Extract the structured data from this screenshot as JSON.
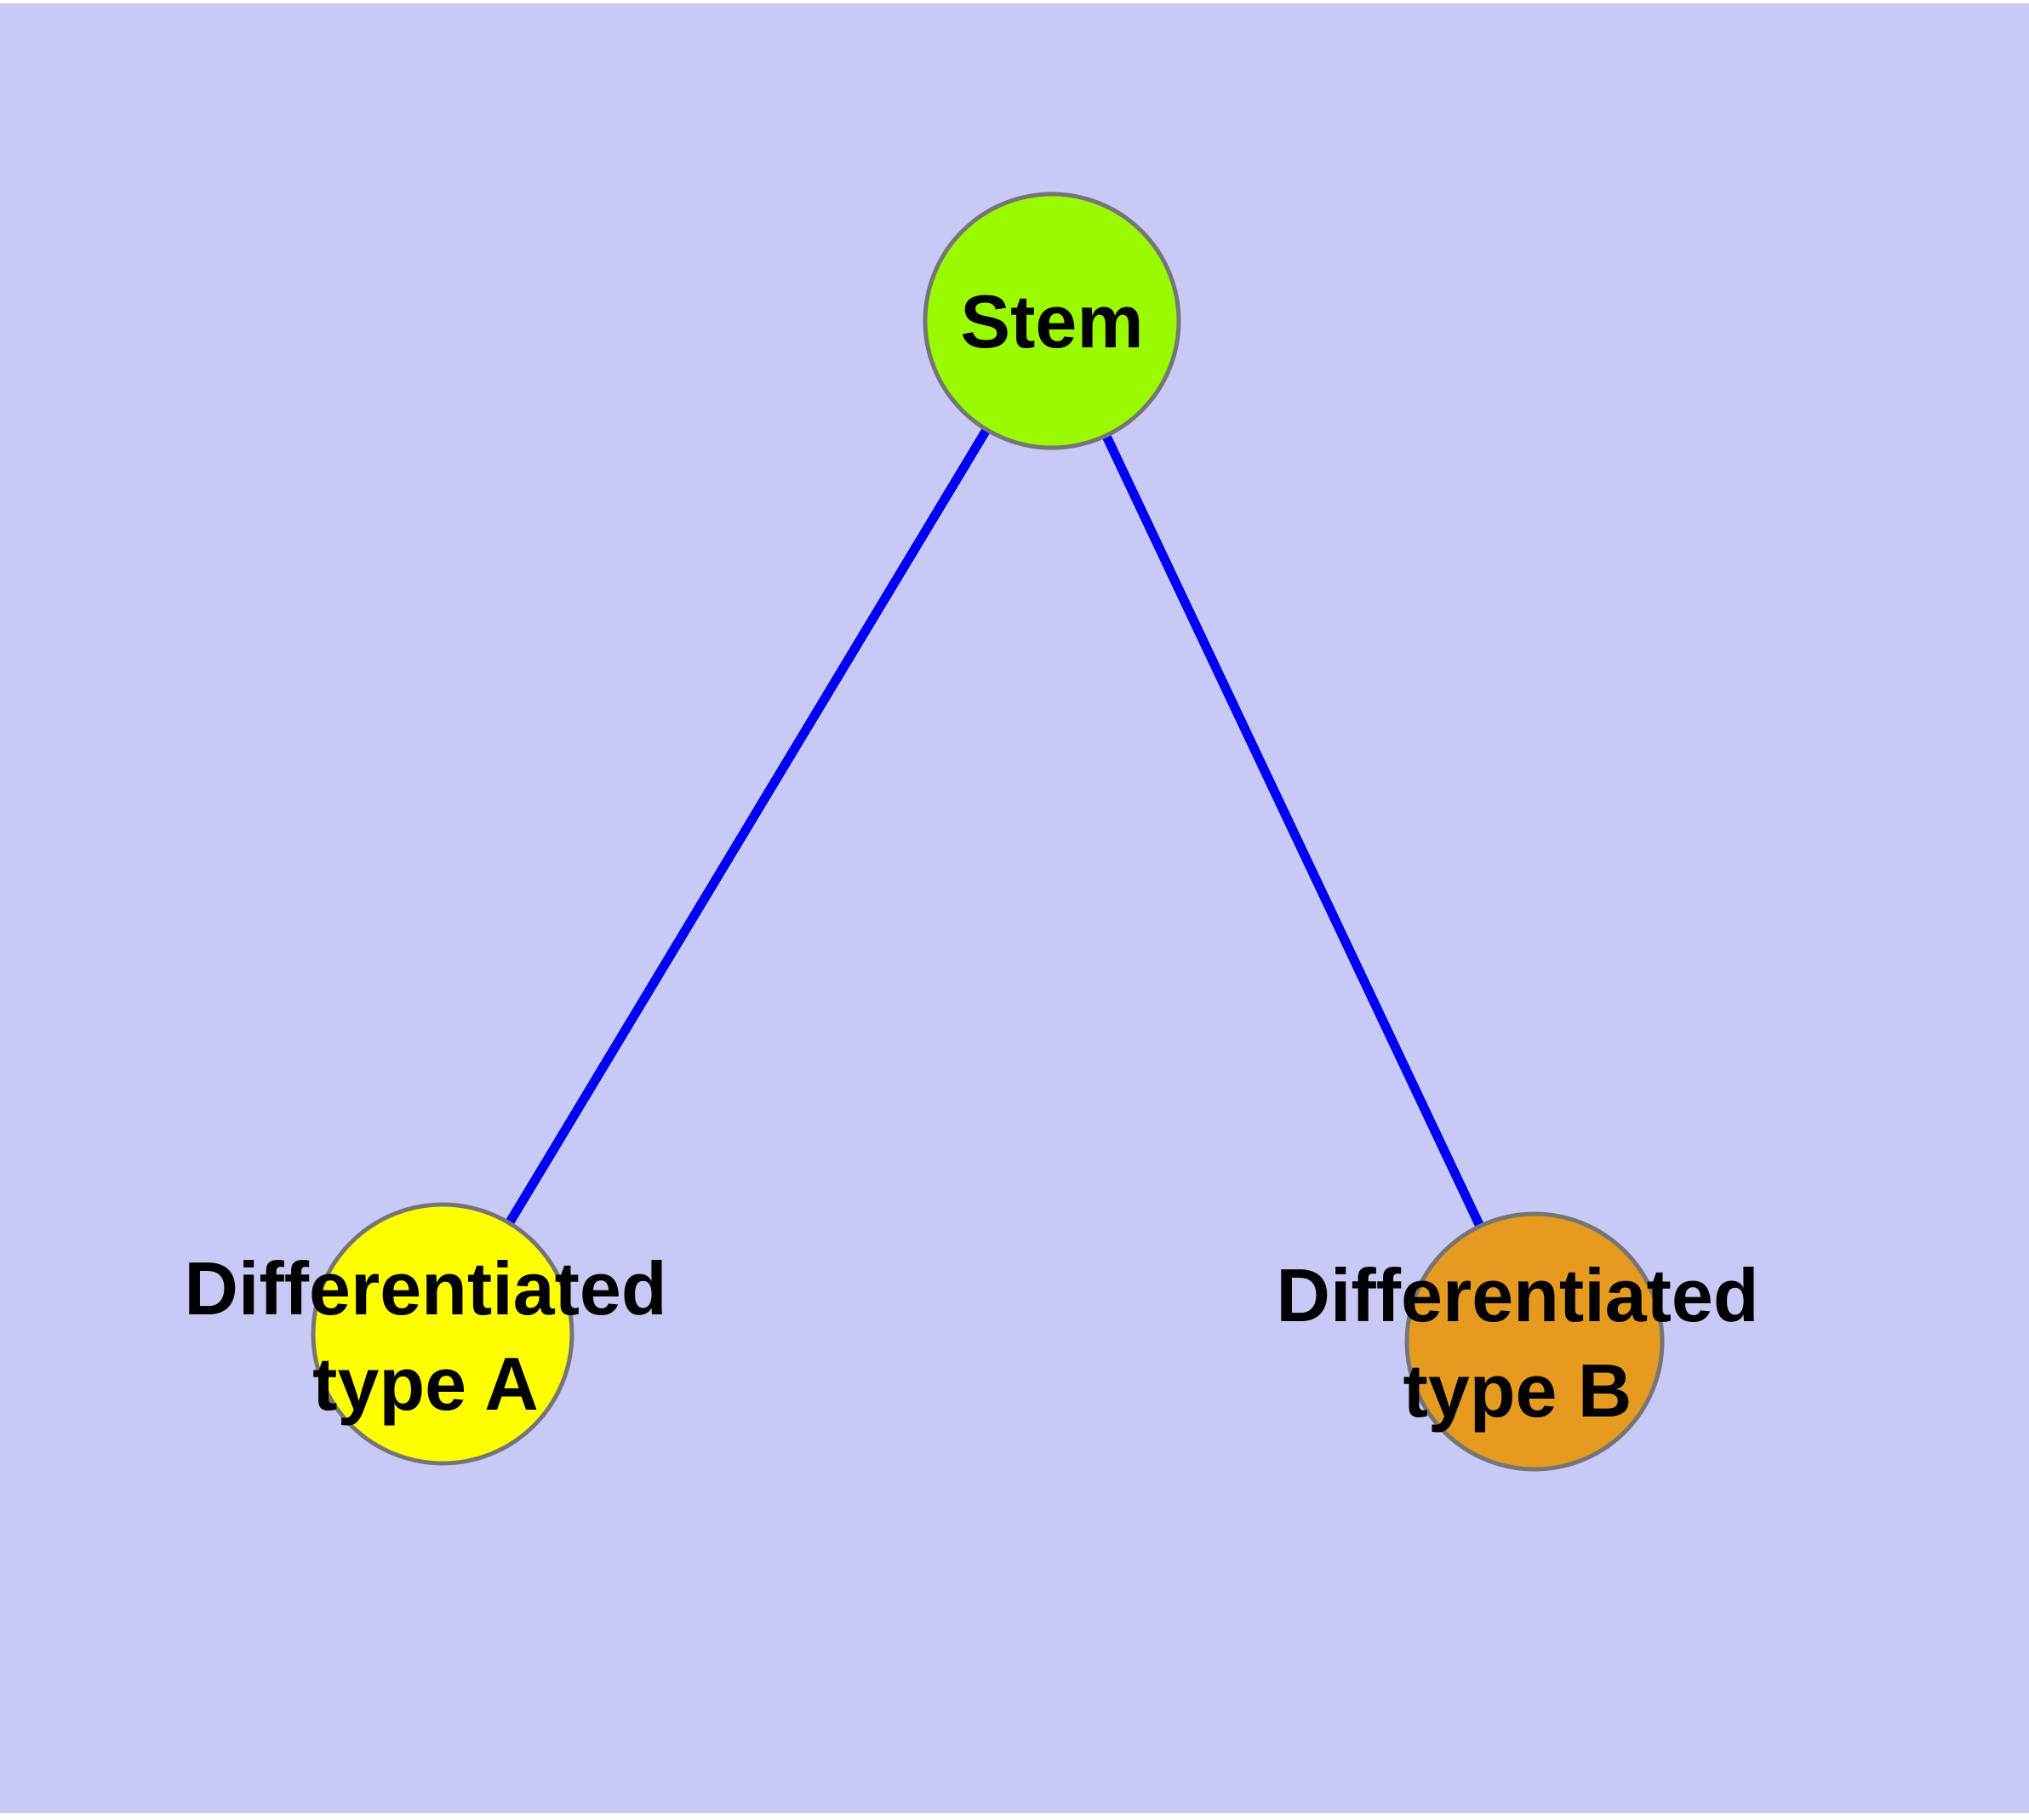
{
  "graph": {
    "background": "#c9c9f6",
    "frame_color": "#ffffff",
    "text_color": "#000000",
    "node_border_color": "#757575",
    "node_border_width": 5,
    "edge_style": {
      "color": "#0000f2",
      "width": 11
    },
    "nodes": [
      {
        "id": "stem",
        "label": "Stem",
        "color": "#9afa00",
        "shape": "circle"
      },
      {
        "id": "type-a",
        "label": "Differentiated\ntype A",
        "color": "#ffff00",
        "shape": "circle"
      },
      {
        "id": "type-b",
        "label": "Differentiated\ntype B",
        "color": "#e59a20",
        "shape": "circle"
      }
    ],
    "edges": [
      {
        "from": "stem",
        "to": "type-a"
      },
      {
        "from": "stem",
        "to": "type-b"
      }
    ]
  }
}
